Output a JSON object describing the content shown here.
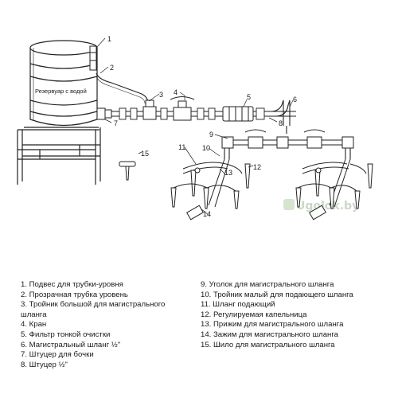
{
  "tank": {
    "label": "Резервуар с водой"
  },
  "callouts": [
    "1",
    "2",
    "3",
    "4",
    "5",
    "6",
    "7",
    "8",
    "9",
    "10",
    "11",
    "12",
    "13",
    "14",
    "15"
  ],
  "legend": {
    "left": [
      "1. Подвес для трубки-уровня",
      "2. Прозрачная трубка уровень",
      "3. Тройник большой для магистрального",
      "шланга",
      "4. Кран",
      "5. Фильтр тонкой очистки",
      "6. Магистральный шланг ½\"",
      "7. Штуцер для бочки",
      "8. Штуцер ½\""
    ],
    "right": [
      "9. Уголок для магистрального шланга",
      "10. Тройник малый для подающего шланга",
      "11. Шланг подающий",
      "12. Регулируемая капельница",
      "13. Прижим для магистрального шланга",
      "14. Зажим для магистрального шланга",
      "15. Шило для магистрального шланга"
    ]
  },
  "watermark": "Ugolok.by"
}
